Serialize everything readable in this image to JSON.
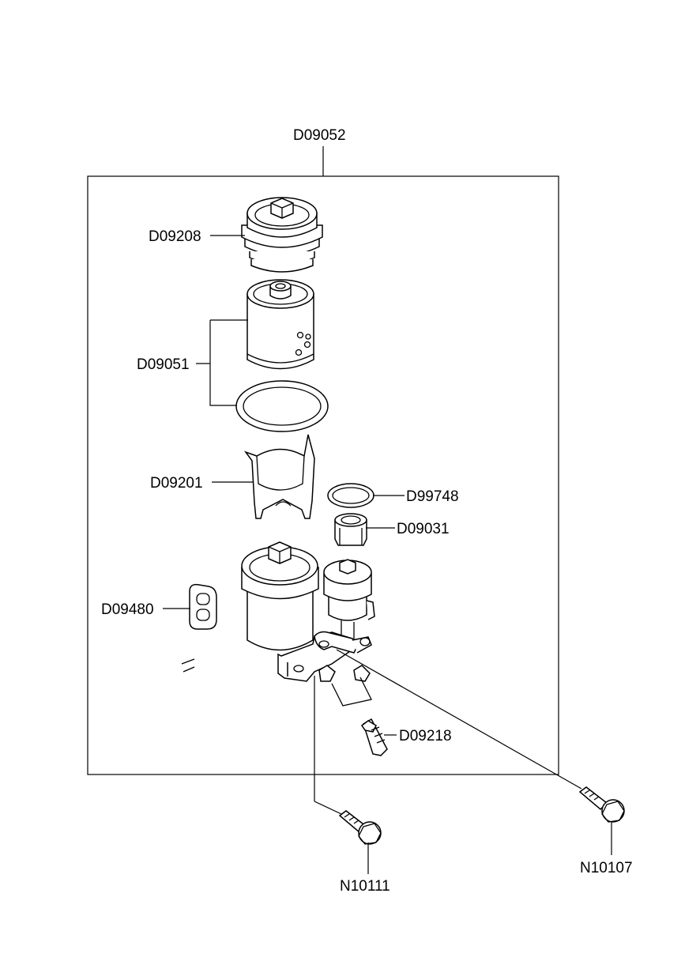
{
  "labels": {
    "assembly": "D09052",
    "cap": "D09208",
    "filter": "D09051",
    "holder": "D09201",
    "o_ring": "D99748",
    "valve": "D09031",
    "bracket": "D09480",
    "fitting": "D09218",
    "bolt_right": "N10107",
    "bolt_bottom": "N10111"
  }
}
